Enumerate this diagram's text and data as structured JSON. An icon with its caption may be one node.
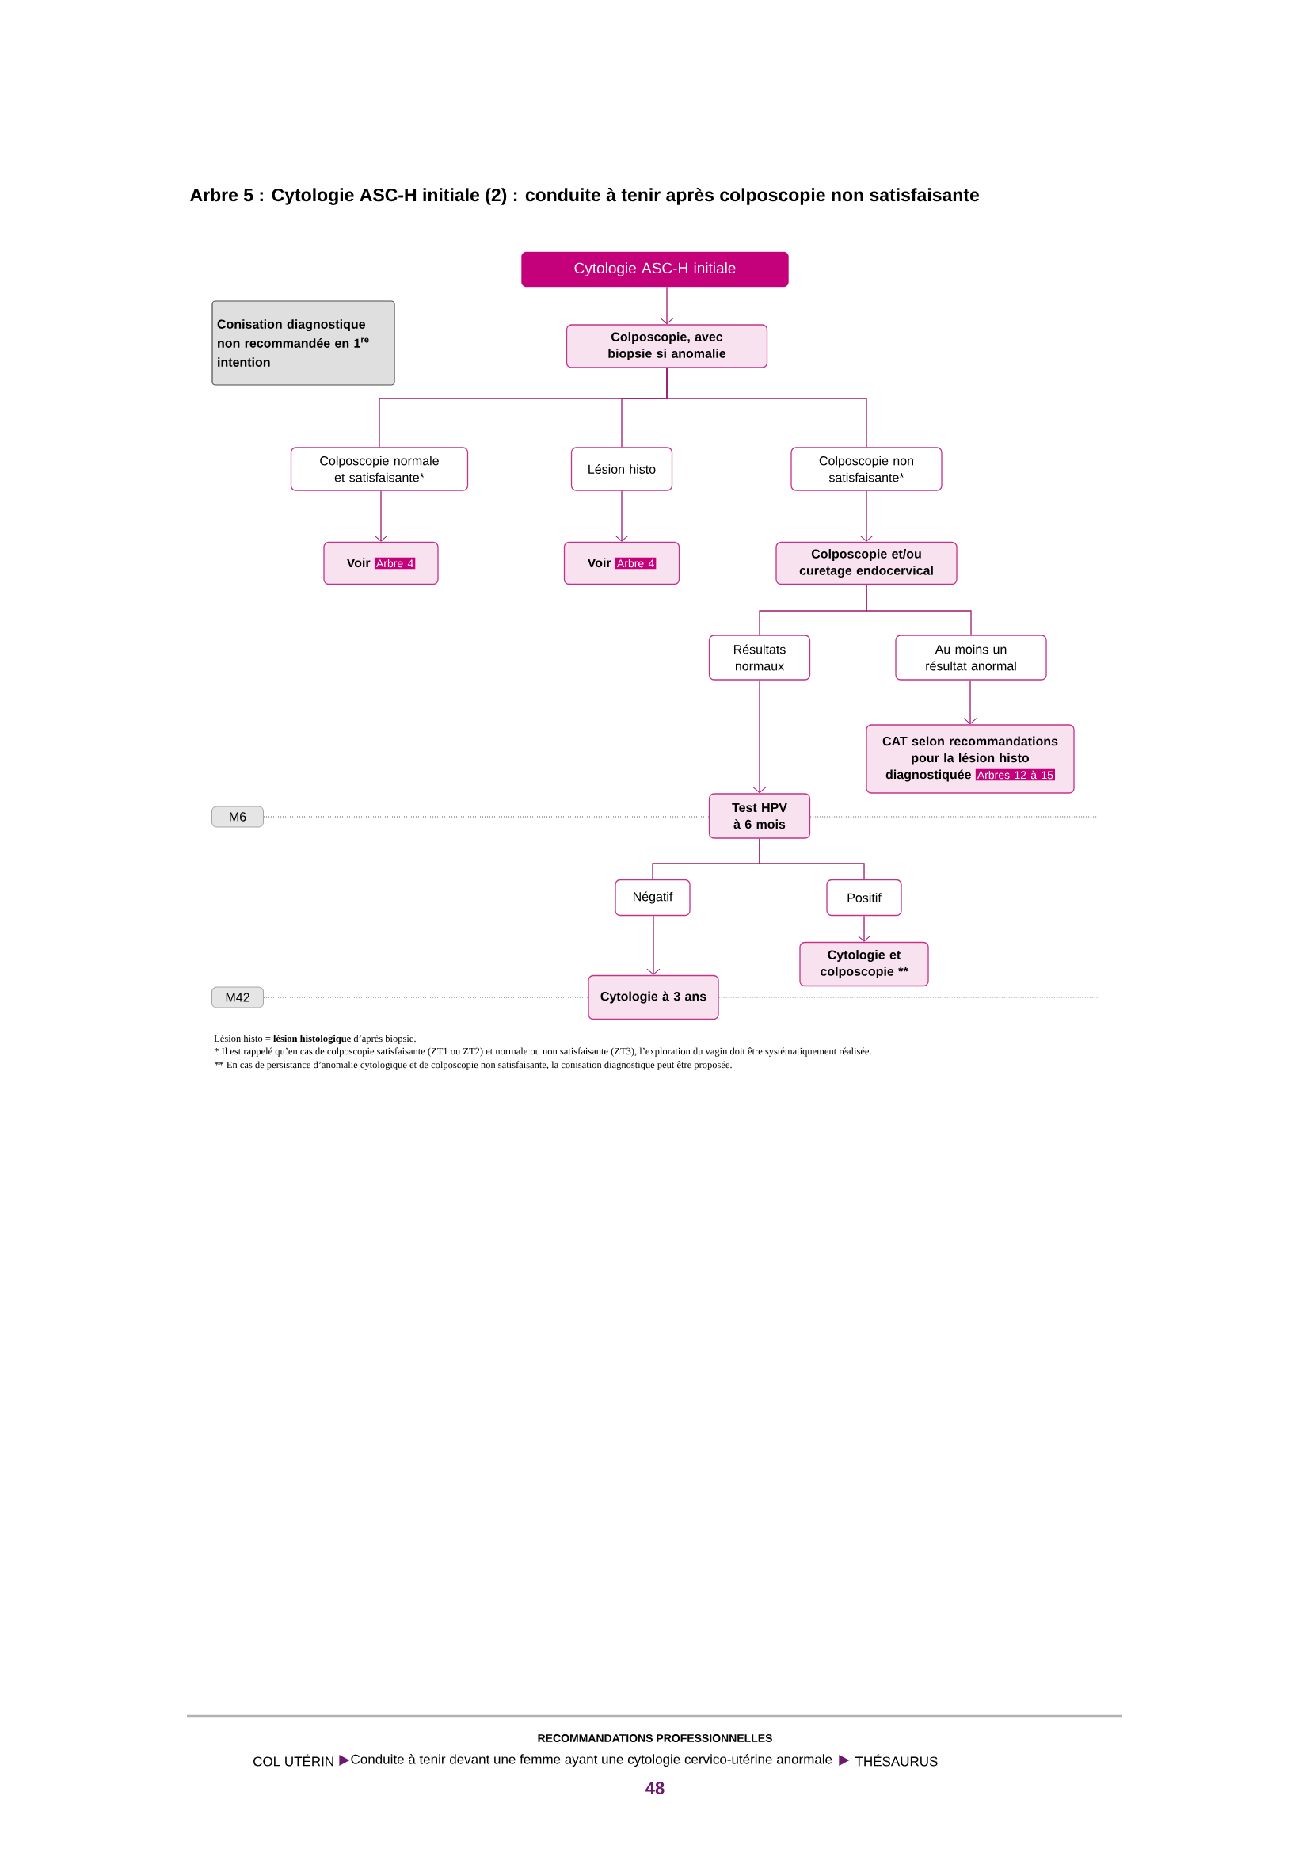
{
  "diagram": {
    "title": "Arbre 5 : Cytologie ASC-H initiale (2) : conduite à tenir après colposcopie non satisfaisante",
    "nodes": [
      {
        "text": [
          "Cytologie ASC-H initiale"
        ]
      },
      {
        "text": [
          "Conisation diagnostique non recommandée en 1$^{re}$ intention"
        ]
      },
      {
        "text": [
          "Colposcopie, avec biopsie si anomalie"
        ]
      },
      {
        "text": [
          "Colposcopie normale et satisfaisante*"
        ]
      },
      {
        "text": [
          "Lésion histo"
        ]
      },
      {
        "text": [
          "Colposcopie non satisfaisante*"
        ]
      },
      {
        "text": [
          "Voir",
          "Arbre 4"
        ]
      },
      {
        "text": [
          "Voir",
          "Arbre 4"
        ]
      },
      {
        "text": [
          "Colposcopie et/ou curetage endocervical"
        ]
      },
      {
        "text": [
          "Résultats normaux"
        ]
      },
      {
        "text": [
          "Au moins un résultat anormal"
        ]
      },
      {
        "text": [
          "CAT selon recommandations pour la lésion histo diagnostiquée",
          "Arbres 12 à 15"
        ]
      },
      {
        "text": [
          "Test HPV à 6 mois"
        ]
      },
      {
        "text": [
          "Négatif"
        ]
      },
      {
        "text": [
          "Positif"
        ]
      },
      {
        "text": [
          "Cytologie et colposcopie **"
        ]
      },
      {
        "text": [
          "Cytologie à 3 ans"
        ]
      },
      {
        "text": [
          "M6"
        ]
      },
      {
        "text": [
          "M42"
        ]
      }
    ],
    "edges": [
      {
        "from": 0,
        "to": 2,
        "arrow": "to"
      },
      {
        "from": 2,
        "to": 3,
        "arrow": "none"
      },
      {
        "from": 2,
        "to": 4,
        "arrow": "none"
      },
      {
        "from": 2,
        "to": 5,
        "arrow": "none"
      },
      {
        "from": 3,
        "to": 6,
        "arrow": "to"
      },
      {
        "from": 4,
        "to": 7,
        "arrow": "to"
      },
      {
        "from": 5,
        "to": 8,
        "arrow": "to"
      },
      {
        "from": 8,
        "to": 9,
        "arrow": "none"
      },
      {
        "from": 8,
        "to": 10,
        "arrow": "none"
      },
      {
        "from": 10,
        "to": 11,
        "arrow": "to"
      },
      {
        "from": 9,
        "to": 12,
        "arrow": "to"
      },
      {
        "from": 12,
        "to": 13,
        "arrow": "none"
      },
      {
        "from": 12,
        "to": 14,
        "arrow": "none"
      },
      {
        "from": 13,
        "to": 16,
        "arrow": "to"
      },
      {
        "from": 14,
        "to": 15,
        "arrow": "to"
      }
    ],
    "labels": [
      "Lésion histo = **lésion histologique** d’après biopsie.",
      "* Il est rappelé qu’en cas de colposcopie satisfaisante (ZT1 ou ZT2) et normale ou non satisfaisante (ZT3), l’exploration du vagin doit être systématiquement réalisée.",
      "** En cas de persistance d’anomalie cytologique et de colposcopie non satisfaisante, la conisation diagnostique peut être proposée.",
      "RECOMMANDATIONS PROFESSIONNELLES",
      "COL UTÉRIN",
      "Conduite à tenir devant une femme ayant une cytologie cervico-utérine anormale",
      "THÉSAURUS",
      "48"
    ]
  }
}
